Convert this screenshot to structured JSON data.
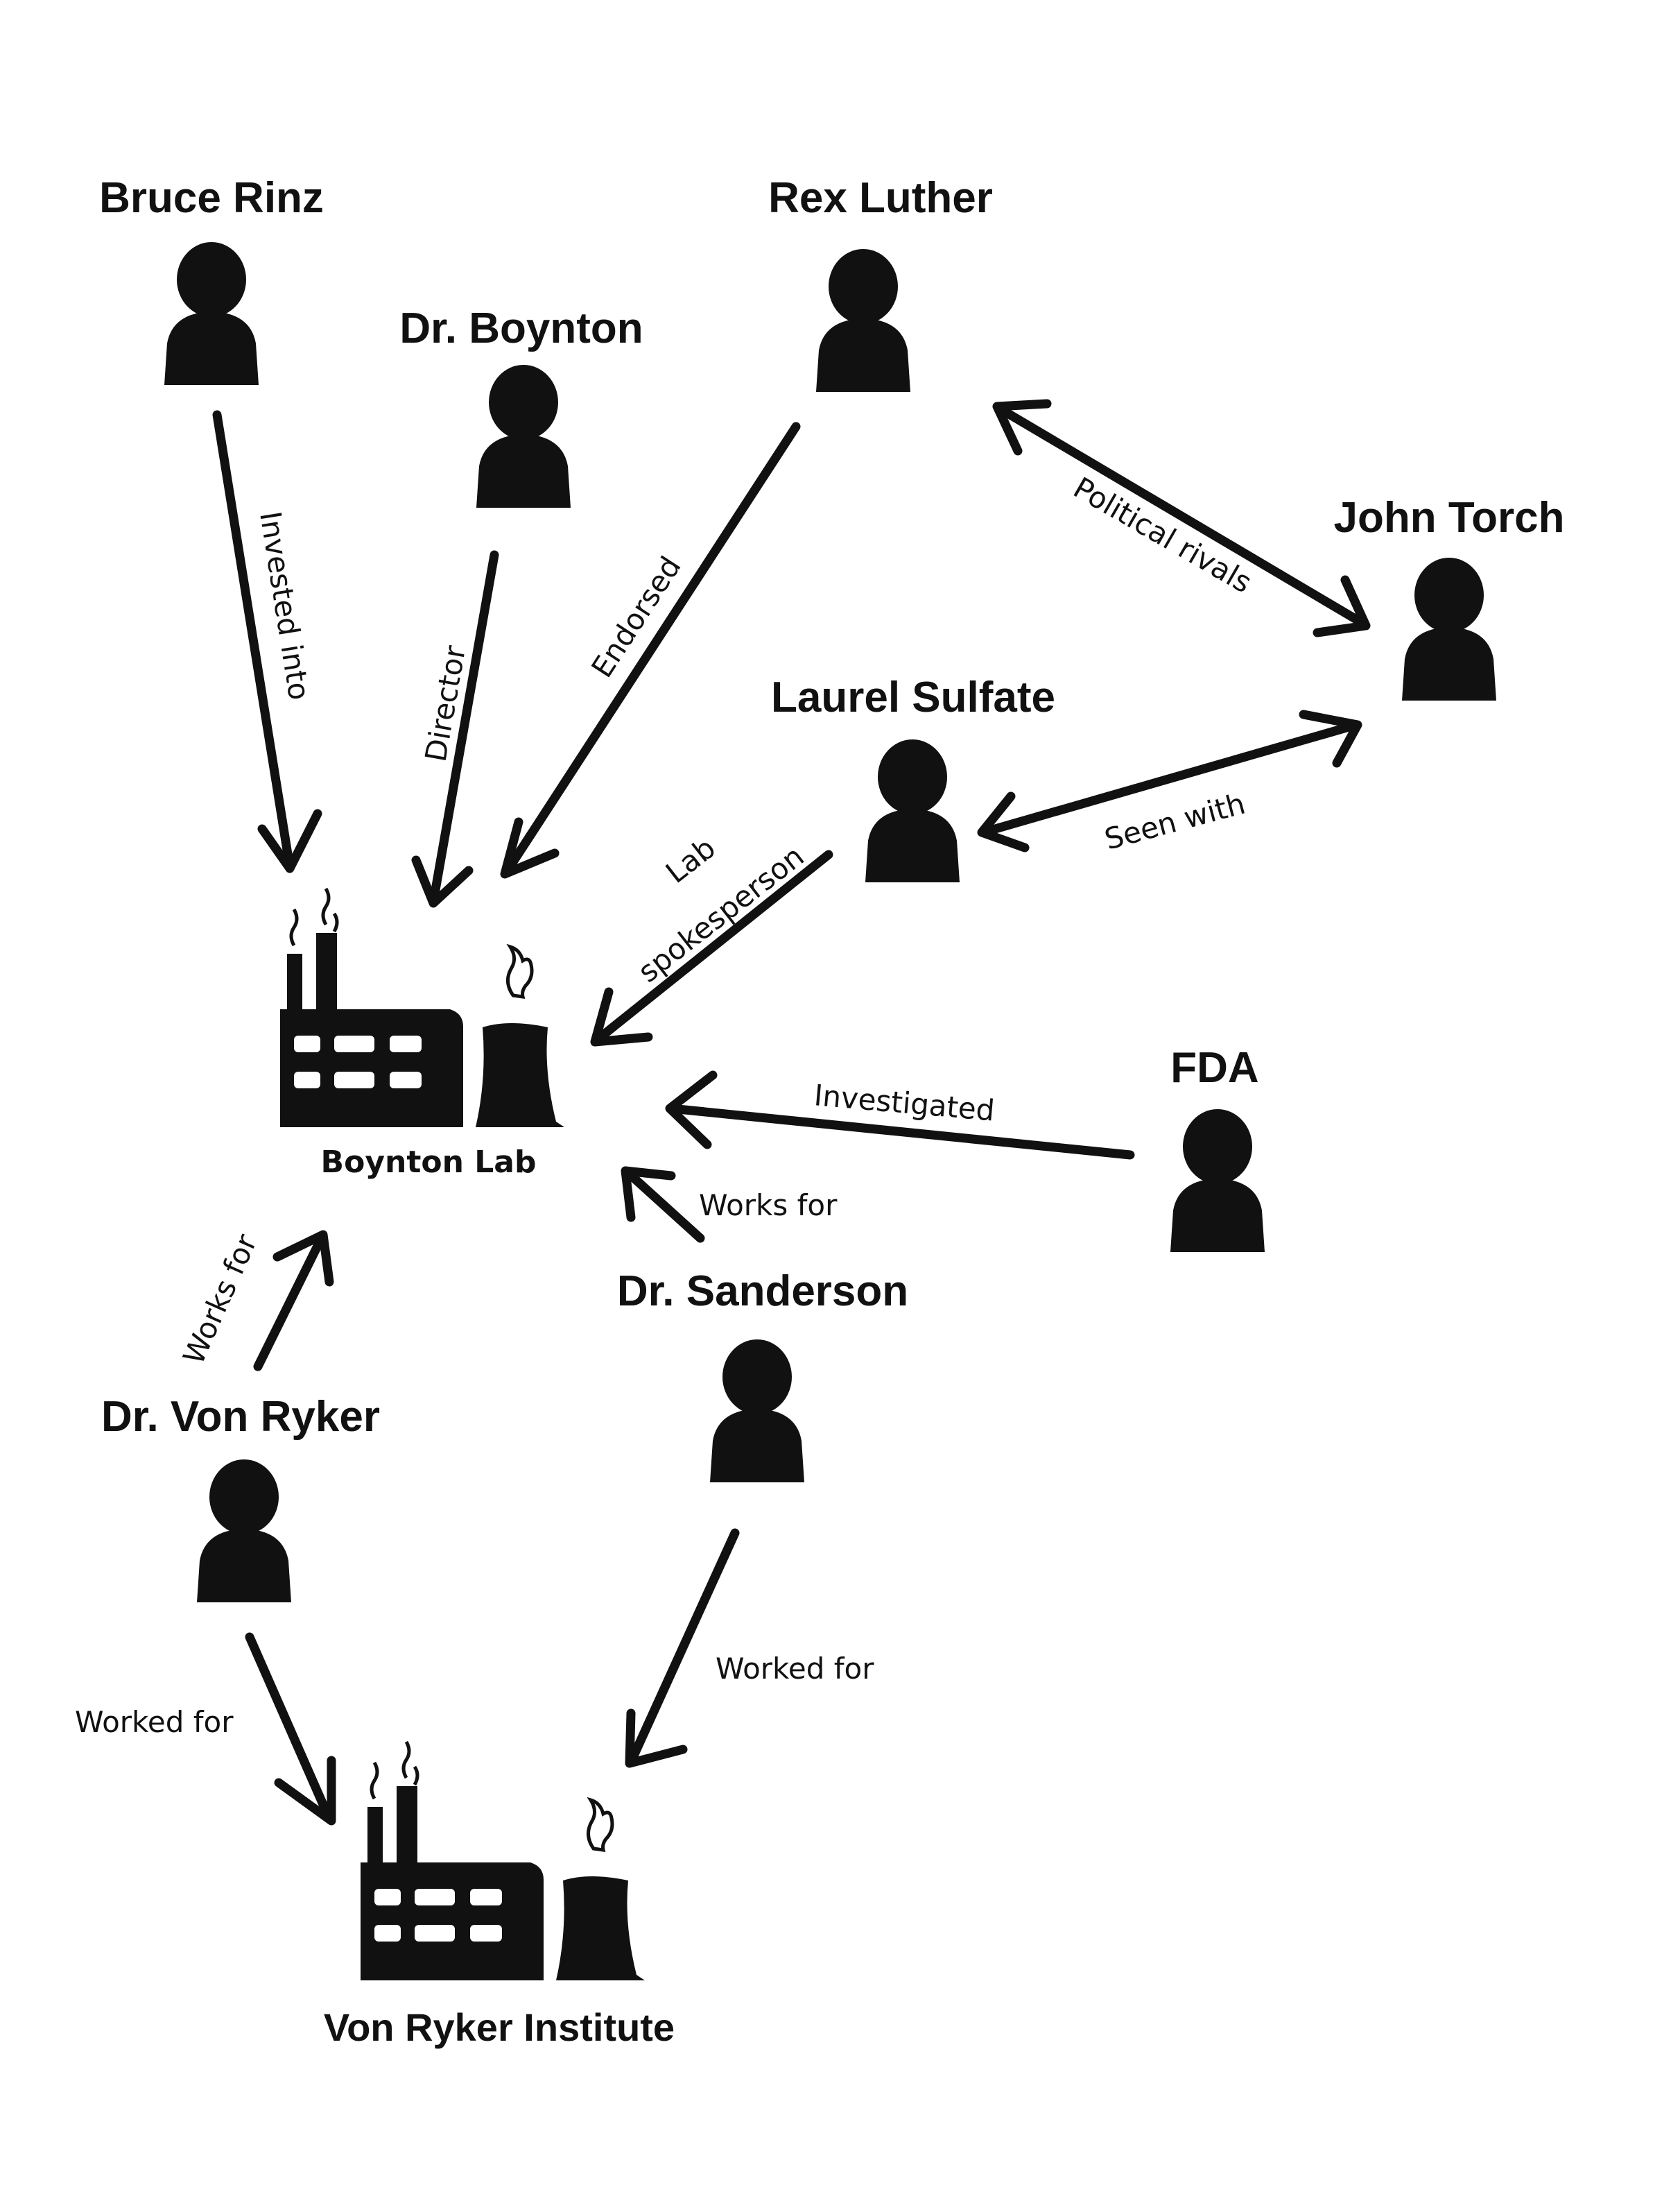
{
  "people": [
    {
      "id": "bruce",
      "name": "Bruce Rinz"
    },
    {
      "id": "boynton",
      "name": "Dr. Boynton"
    },
    {
      "id": "rex",
      "name": "Rex Luther"
    },
    {
      "id": "john",
      "name": "John Torch"
    },
    {
      "id": "laurel",
      "name": "Laurel Sulfate"
    },
    {
      "id": "fda",
      "name": "FDA"
    },
    {
      "id": "sanderson",
      "name": "Dr. Sanderson"
    },
    {
      "id": "vonryker",
      "name": "Dr. Von Ryker"
    }
  ],
  "organizations": [
    {
      "id": "boynton_lab",
      "name": "Boynton Lab"
    },
    {
      "id": "vonryker_inst",
      "name": "Von Ryker Institute"
    }
  ],
  "relationships": [
    {
      "id": "e1",
      "from": "Bruce Rinz",
      "to": "Boynton Lab",
      "label": "Invested into",
      "direction": "forward"
    },
    {
      "id": "e2",
      "from": "Dr. Boynton",
      "to": "Boynton Lab",
      "label": "Director",
      "direction": "forward"
    },
    {
      "id": "e3",
      "from": "Rex Luther",
      "to": "Boynton Lab",
      "label": "Endorsed",
      "direction": "forward"
    },
    {
      "id": "e4",
      "from": "Rex Luther",
      "to": "John Torch",
      "label": "Political rivals",
      "direction": "both"
    },
    {
      "id": "e5",
      "from": "Laurel Sulfate",
      "to": "John Torch",
      "label": "Seen with",
      "direction": "both"
    },
    {
      "id": "e6",
      "from": "Laurel Sulfate",
      "to": "Boynton Lab",
      "label_lines": [
        "Lab",
        "spokesperson"
      ],
      "direction": "forward"
    },
    {
      "id": "e7",
      "from": "FDA",
      "to": "Boynton Lab",
      "label": "Investigated",
      "direction": "forward"
    },
    {
      "id": "e8",
      "from": "Dr. Sanderson",
      "to": "Boynton Lab",
      "label": "Works for",
      "direction": "forward"
    },
    {
      "id": "e9",
      "from": "Dr. Von Ryker",
      "to": "Boynton Lab",
      "label": "Works for",
      "direction": "forward"
    },
    {
      "id": "e10",
      "from": "Dr. Von Ryker",
      "to": "Von Ryker Institute",
      "label": "Worked for",
      "direction": "forward"
    },
    {
      "id": "e11",
      "from": "Dr. Sanderson",
      "to": "Von Ryker Institute",
      "label": "Worked for",
      "direction": "forward"
    }
  ],
  "icons": {
    "person": "person-silhouette-icon",
    "organization": "factory-icon"
  },
  "colors": {
    "ink": "#111111",
    "background": "#ffffff"
  }
}
